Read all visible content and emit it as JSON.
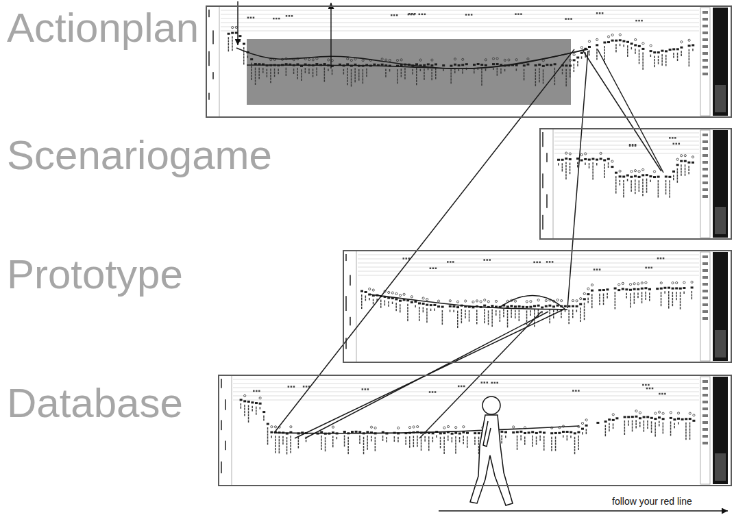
{
  "diagram": {
    "nodes": [
      {
        "text": [
          "Actionplan"
        ]
      },
      {
        "text": [
          "Scenariogame"
        ]
      },
      {
        "text": [
          "Prototype"
        ]
      },
      {
        "text": [
          "Database"
        ]
      }
    ],
    "edges": [
      {
        "from": 0,
        "to": 1,
        "arrow": "none"
      },
      {
        "from": 0,
        "to": 1,
        "arrow": "none"
      },
      {
        "from": 0,
        "to": 2,
        "arrow": "none"
      },
      {
        "from": 0,
        "to": 3,
        "arrow": "none"
      },
      {
        "from": 2,
        "to": 3,
        "arrow": "none"
      },
      {
        "from": 2,
        "to": 3,
        "arrow": "none"
      },
      {
        "from": 2,
        "to": 3,
        "arrow": "none"
      }
    ],
    "labels": [
      "follow your red line"
    ]
  }
}
